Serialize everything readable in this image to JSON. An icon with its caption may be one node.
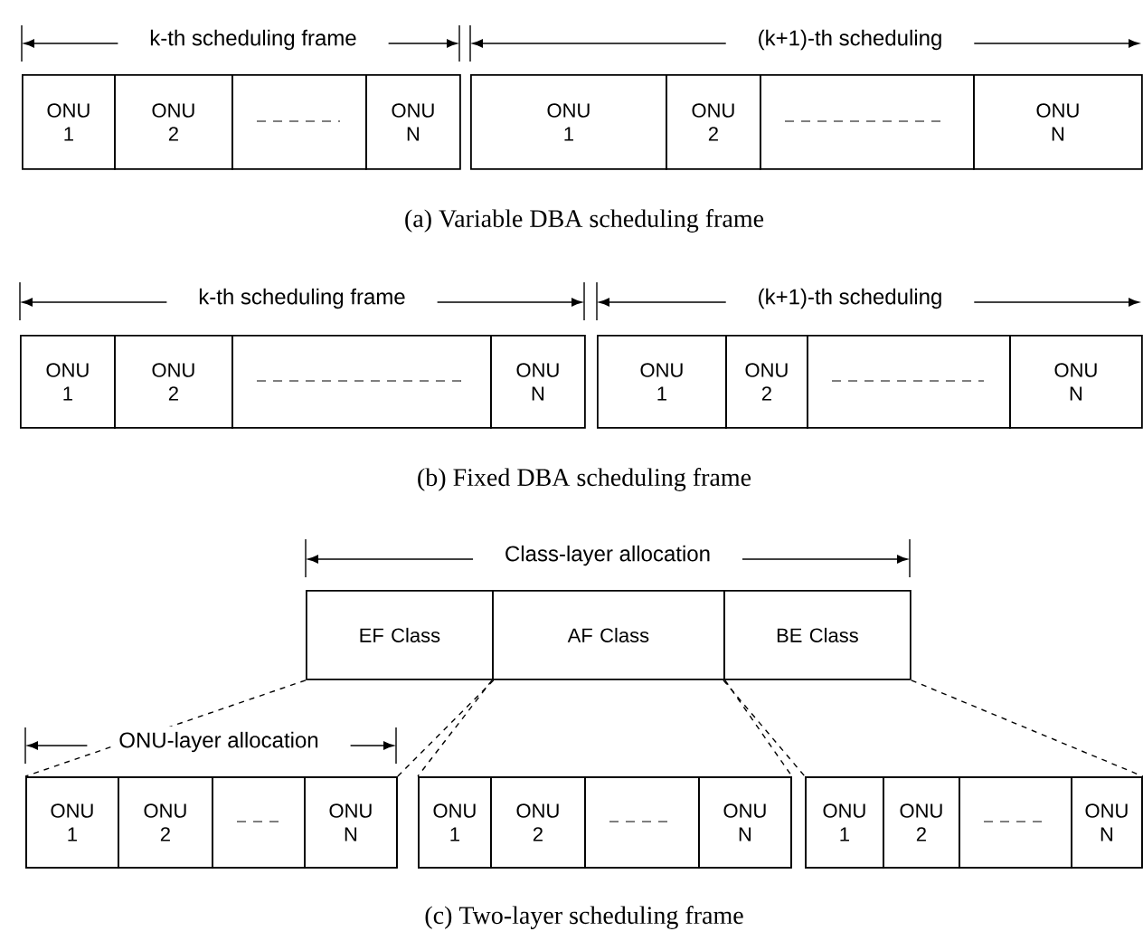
{
  "diagram": {
    "nodes": [
      {
        "text": [
          "ONU 1"
        ]
      },
      {
        "text": [
          "ONU 2"
        ]
      },
      {
        "text": [],
        "shape": "box"
      },
      {
        "text": [
          "ONU N"
        ]
      },
      {
        "text": [
          "ONU 1"
        ]
      },
      {
        "text": [
          "ONU 2"
        ]
      },
      {
        "text": [],
        "shape": "box"
      },
      {
        "text": [
          "ONU N"
        ]
      },
      {
        "text": [
          "ONU 1"
        ]
      },
      {
        "text": [
          "ONU 2"
        ]
      },
      {
        "text": [],
        "shape": "box"
      },
      {
        "text": [
          "ONU N"
        ]
      },
      {
        "text": [
          "ONU 1"
        ]
      },
      {
        "text": [
          "ONU 2"
        ]
      },
      {
        "text": [],
        "shape": "box"
      },
      {
        "text": [
          "ONU N"
        ]
      },
      {
        "text": [
          "EF Class"
        ]
      },
      {
        "text": [
          "AF Class"
        ]
      },
      {
        "text": [
          "BE Class"
        ]
      },
      {
        "text": [],
        "shape": "box"
      },
      {
        "text": [
          "ONU 1"
        ],
        "in": 19
      },
      {
        "text": [
          "ONU 2"
        ],
        "in": 19
      },
      {
        "text": [],
        "shape": "box",
        "in": 19
      },
      {
        "text": [
          "ONU N"
        ],
        "in": 19
      },
      {
        "text": [],
        "shape": "box"
      },
      {
        "text": [
          "ONU 1"
        ],
        "in": 24
      },
      {
        "text": [
          "ONU 2"
        ],
        "in": 24
      },
      {
        "text": [],
        "shape": "box",
        "in": 24
      },
      {
        "text": [
          "ONU N"
        ],
        "in": 24
      },
      {
        "text": [],
        "shape": "box"
      },
      {
        "text": [
          "ONU 1"
        ],
        "in": 29
      },
      {
        "text": [
          "ONU 2"
        ],
        "in": 29
      },
      {
        "text": [],
        "shape": "box",
        "in": 29
      },
      {
        "text": [
          "ONU N"
        ],
        "in": 29
      }
    ],
    "edges": [
      {
        "from": 16,
        "to": 19,
        "arrow": "none",
        "style": "dashed"
      },
      {
        "from": 16,
        "to": 19,
        "arrow": "none",
        "style": "dashed"
      },
      {
        "from": 17,
        "to": 24,
        "arrow": "none",
        "style": "dashed"
      },
      {
        "from": 17,
        "to": 24,
        "arrow": "none",
        "style": "dashed"
      },
      {
        "from": 18,
        "to": 29,
        "arrow": "none",
        "style": "dashed"
      },
      {
        "from": 18,
        "to": 29,
        "arrow": "none",
        "style": "dashed"
      }
    ],
    "labels": [
      "k-th scheduling frame",
      "(k+1)-th scheduling",
      "(a) Variable DBA scheduling frame",
      "k-th scheduling frame",
      "(k+1)-th scheduling",
      "(b) Fixed DBA scheduling frame",
      "Class-layer allocation",
      "ONU-layer allocation",
      "(c) Two-layer scheduling frame"
    ]
  }
}
